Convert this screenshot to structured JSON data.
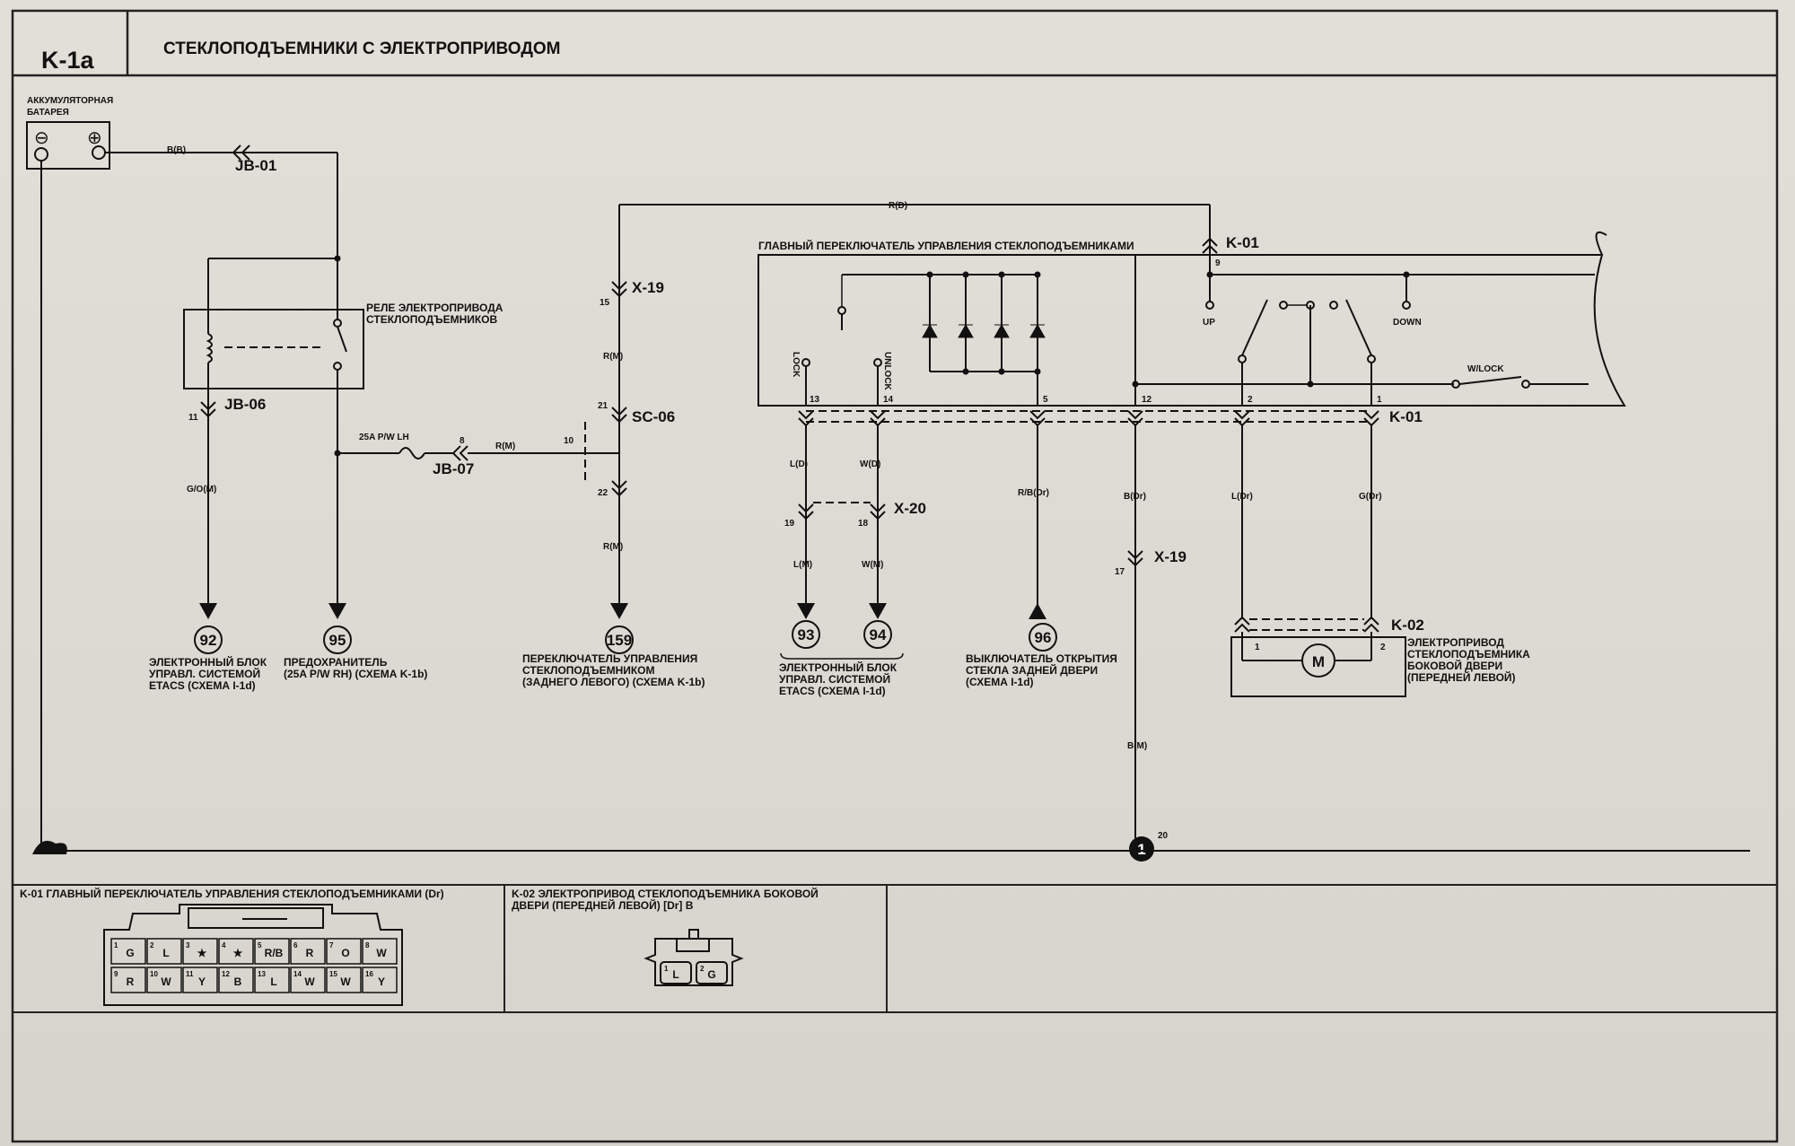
{
  "header": {
    "code": "K-1a",
    "title": "СТЕКЛОПОДЪЕМНИКИ С ЭЛЕКТРОПРИВОДОМ"
  },
  "battery": {
    "line1": "АККУМУЛЯТОРНАЯ",
    "line2": "БАТАРЕЯ",
    "neg": "⊖",
    "pos": "⊕"
  },
  "relay": {
    "line1": "РЕЛЕ ЭЛЕКТРОПРИВОДА",
    "line2": "СТЕКЛОПОДЪЕМНИКОВ"
  },
  "wires": {
    "b_b": "B(B)",
    "r_d": "R(D)",
    "r_m1": "R(M)",
    "r_m2": "R(M)",
    "r_m3": "R(M)",
    "g_o_m": "G/O(M)",
    "fuse": "25A P/W LH",
    "l_d": "L(D)",
    "w_d": "W(D)",
    "l_m": "L(M)",
    "w_m": "W(M)",
    "rb_dr": "R/B(Dr)",
    "b_dr": "B(Dr)",
    "l_dr": "L(Dr)",
    "g_dr": "G(Dr)",
    "b_m": "B(M)"
  },
  "connectors": {
    "jb01": "JB-01",
    "jb06": "JB-06",
    "jb07": "JB-07",
    "x19a": "X-19",
    "sc06": "SC-06",
    "k01a": "K-01",
    "k01b": "K-01",
    "x20": "X-20",
    "x19b": "X-19",
    "k02": "K-02"
  },
  "pins": {
    "p11": "11",
    "p8": "8",
    "p10": "10",
    "p15": "15",
    "p21": "21",
    "p22": "22",
    "p9": "9",
    "p13": "13",
    "p14": "14",
    "p5": "5",
    "p12": "12",
    "p2": "2",
    "p1": "1",
    "p19": "19",
    "p18": "18",
    "p17": "17",
    "p20": "20",
    "m1": "1",
    "m2": "2"
  },
  "switch": {
    "label": "ГЛАВНЫЙ ПЕРЕКЛЮЧАТЕЛЬ УПРАВЛЕНИЯ СТЕКЛОПОДЪЕМНИКАМИ",
    "lock": "LOCK",
    "unlock": "UNLOCK",
    "up": "UP",
    "down": "DOWN",
    "wlock": "W/LOCK"
  },
  "motor": {
    "symbol": "M",
    "line1": "ЭЛЕКТРОПРИВОД",
    "line2": "СТЕКЛОПОДЪЕМНИКА",
    "line3": "БОКОВОЙ ДВЕРИ",
    "line4": "(ПЕРЕДНЕЙ ЛЕВОЙ)"
  },
  "refs": {
    "r92": {
      "num": "92",
      "l1": "ЭЛЕКТРОННЫЙ БЛОК",
      "l2": "УПРАВЛ. СИСТЕМОЙ",
      "l3": "ETACS (СХЕМА I-1d)"
    },
    "r95": {
      "num": "95",
      "l1": "ПРЕДОХРАНИТЕЛЬ",
      "l2": "(25A P/W RH) (СХЕМА K-1b)"
    },
    "r159": {
      "num": "159",
      "l1": "ПЕРЕКЛЮЧАТЕЛЬ УПРАВЛЕНИЯ",
      "l2": "СТЕКЛОПОДЪЕМНИКОМ",
      "l3": "(ЗАДНЕГО ЛЕВОГО) (СХЕМА K-1b)"
    },
    "r93": {
      "num": "93"
    },
    "r94": {
      "num": "94",
      "l1": "ЭЛЕКТРОННЫЙ БЛОК",
      "l2": "УПРАВЛ. СИСТЕМОЙ",
      "l3": "ETACS (СХЕМА I-1d)"
    },
    "r96": {
      "num": "96",
      "l1": "ВЫКЛЮЧАТЕЛЬ ОТКРЫТИЯ",
      "l2": "СТЕКЛА ЗАДНЕЙ ДВЕРИ",
      "l3": "(СХЕМА I-1d)"
    }
  },
  "ground": {
    "num": "1"
  },
  "bottom": {
    "k01_title": "K-01 ГЛАВНЫЙ ПЕРЕКЛЮЧАТЕЛЬ УПРАВЛЕНИЯ СТЕКЛОПОДЪЕМНИКАМИ (Dr)",
    "k02_title1": "K-02 ЭЛЕКТРОПРИВОД СТЕКЛОПОДЪЕМНИКА БОКОВОЙ",
    "k02_title2": "ДВЕРИ (ПЕРЕДНЕЙ ЛЕВОЙ) [Dr] B",
    "k01_row1": [
      {
        "n": "1",
        "c": "G"
      },
      {
        "n": "2",
        "c": "L"
      },
      {
        "n": "3",
        "c": "★"
      },
      {
        "n": "4",
        "c": "★"
      },
      {
        "n": "5",
        "c": "R/B"
      },
      {
        "n": "6",
        "c": "R"
      },
      {
        "n": "7",
        "c": "O"
      },
      {
        "n": "8",
        "c": "W"
      }
    ],
    "k01_row2": [
      {
        "n": "9",
        "c": "R"
      },
      {
        "n": "10",
        "c": "W"
      },
      {
        "n": "11",
        "c": "Y"
      },
      {
        "n": "12",
        "c": "B"
      },
      {
        "n": "13",
        "c": "L"
      },
      {
        "n": "14",
        "c": "W"
      },
      {
        "n": "15",
        "c": "W"
      },
      {
        "n": "16",
        "c": "Y"
      }
    ],
    "k02_pins": [
      {
        "n": "1",
        "c": "L"
      },
      {
        "n": "2",
        "c": "G"
      }
    ]
  }
}
